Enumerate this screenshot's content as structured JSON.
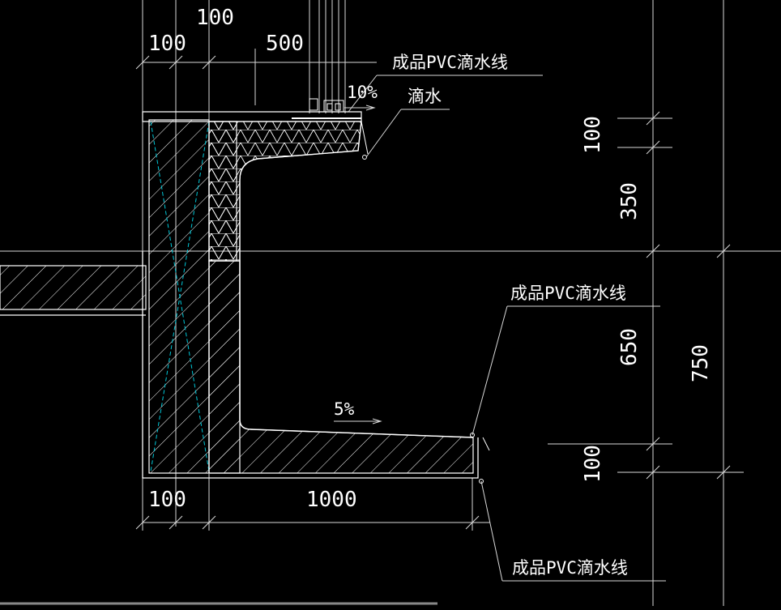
{
  "drawing": {
    "colors": {
      "background": "#000000",
      "line": "#ffffff",
      "thin_line": "#d8d8d8",
      "hatch": "#ffffff",
      "insulation": "#ffffff",
      "center_line": "#00c8d8"
    },
    "dimensions": {
      "top_100": "100",
      "top_left_100": "100",
      "top_500": "500",
      "right_100_top": "100",
      "right_350": "350",
      "right_650": "650",
      "right_750": "750",
      "right_100_bottom": "100",
      "bottom_100": "100",
      "bottom_1000": "1000"
    },
    "annotations": {
      "top_drip_line": "成品PVC滴水线",
      "top_slope": "10%",
      "drip": "滴水",
      "middle_drip_line": "成品PVC滴水线",
      "bottom_slope": "5%",
      "bottom_drip_line": "成品PVC滴水线"
    }
  }
}
